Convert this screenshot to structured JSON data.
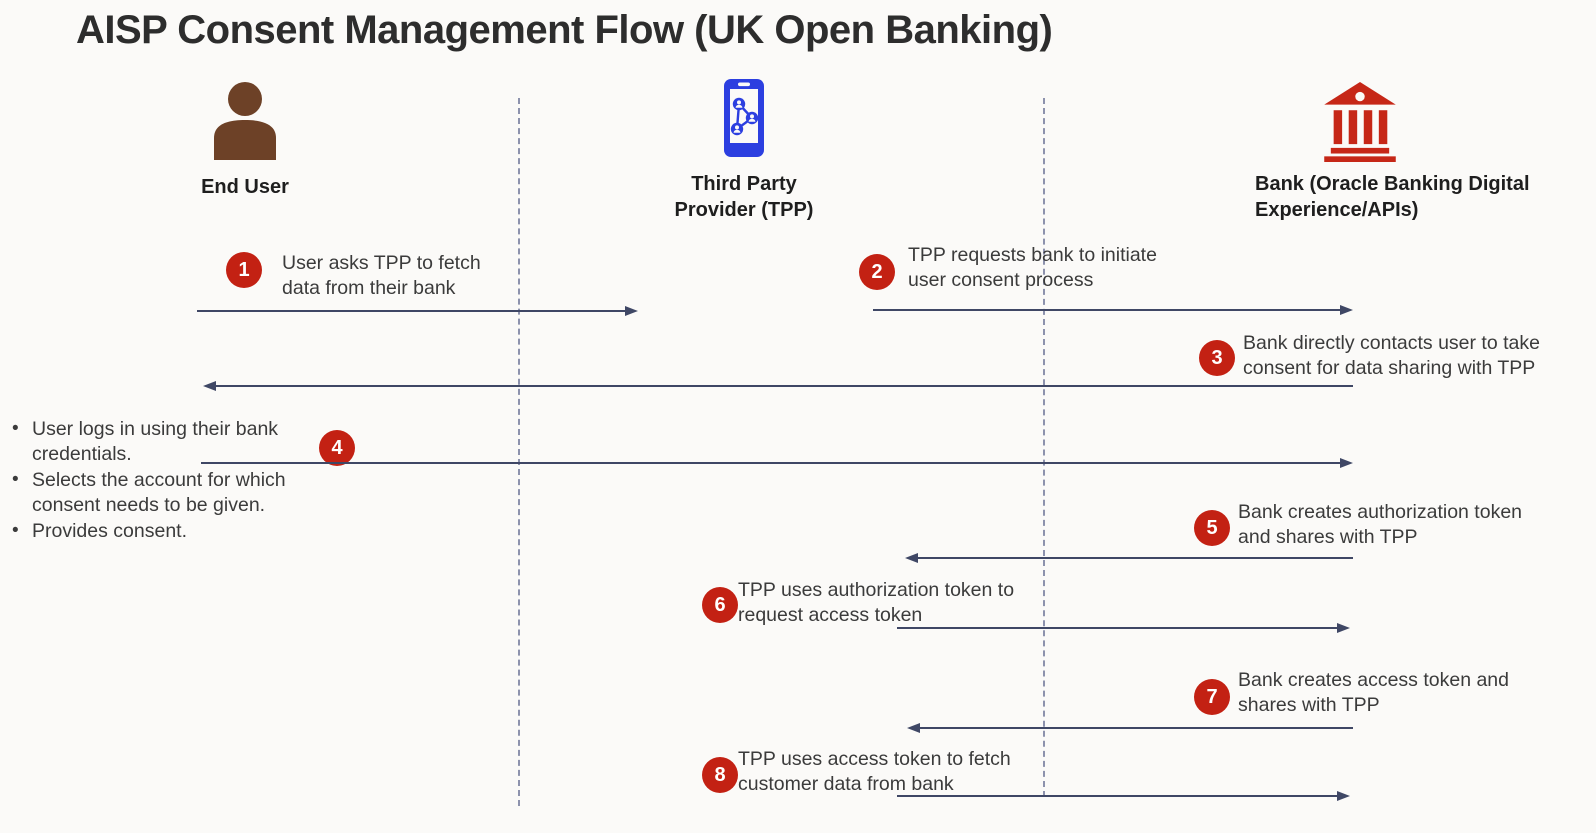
{
  "title": "AISP Consent Management Flow (UK Open Banking)",
  "actors": [
    {
      "name": "end-user",
      "label": "End User",
      "icon": "person-icon",
      "color": "#6D4127"
    },
    {
      "name": "tpp",
      "label": "Third Party\nProvider (TPP)",
      "icon": "smartphone-network-icon",
      "color": "#2C3FE0"
    },
    {
      "name": "bank",
      "label": "Bank (Oracle Banking Digital\nExperience/APIs)",
      "icon": "bank-icon",
      "color": "#C62717"
    }
  ],
  "steps": [
    {
      "num": "1",
      "direction": "right",
      "text": "User asks TPP to fetch\ndata from their bank"
    },
    {
      "num": "2",
      "direction": "right",
      "text": "TPP requests bank to initiate\nuser consent process"
    },
    {
      "num": "3",
      "direction": "left",
      "text": "Bank directly contacts user to take\nconsent for data sharing with TPP"
    },
    {
      "num": "4",
      "direction": "right",
      "bullets": [
        "User logs in using their bank\ncredentials.",
        "Selects the account for which\nconsent needs to be given.",
        "Provides consent."
      ]
    },
    {
      "num": "5",
      "direction": "left",
      "text": "Bank creates authorization token\nand shares with TPP"
    },
    {
      "num": "6",
      "direction": "right",
      "text": "TPP uses authorization token to\nrequest access token"
    },
    {
      "num": "7",
      "direction": "left",
      "text": "Bank creates access token and\nshares with TPP"
    },
    {
      "num": "8",
      "direction": "right",
      "text": "TPP uses access token to fetch\ncustomer data from bank"
    }
  ],
  "colors": {
    "background": "#FBFAF8",
    "step_badge": "#C32113",
    "arrow": "#3F4765",
    "lifeline": "#7A81A0",
    "title_text": "#2D2D2D",
    "body_text": "#3B3B3B",
    "person_icon": "#6D4127",
    "phone_icon": "#2C3FE0",
    "bank_icon": "#C62717"
  }
}
